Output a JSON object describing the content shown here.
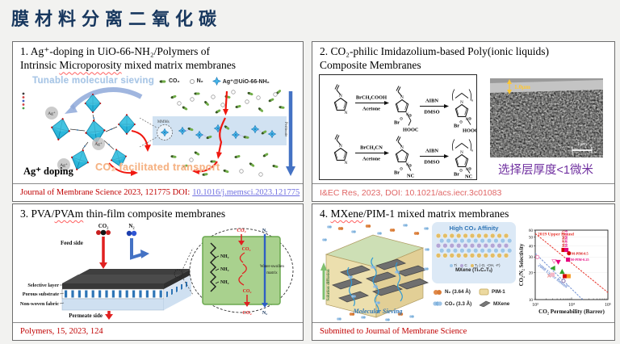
{
  "slide": {
    "title": "膜材料分离二氧化碳",
    "accent_color": "#17375e"
  },
  "p1": {
    "title_l1": "1. Ag⁺-doping in UiO-66-NH₂/Polymers of",
    "title_l2_pre": "Intrinsic ",
    "title_wavy": "Microporosity",
    "title_post": " mixed matrix membranes",
    "banner": "Tunable molecular sieving",
    "legend_co2": "CO₂",
    "legend_n2": "N₂",
    "legend_mof": "Ag⁺@UiO-66-NH₂",
    "mmms": "MMMs",
    "ag_ion": "Ag⁺",
    "doping": "Ag⁺ doping",
    "permeate": "Permeate",
    "facilitated": "CO₂ facilitated transport",
    "cite_pre": "Journal of Membrane Science 2023, 121775 DOI: ",
    "cite_link": "10.1016/j.memsci.2023.121775"
  },
  "p2": {
    "title_l1": "2. CO₂-philic Imidazolium-based Poly(ionic liquids)",
    "title_l2": "Composite Membranes",
    "rxn": {
      "n": "N",
      "plus": "⊕",
      "minus": "⊖",
      "sub_n": "n",
      "r1_reagent": "BrCH₂COOH",
      "r1_solvent": "Acetone",
      "r1_initiator": "AIBN",
      "r1_medium": "DMSO",
      "r1_anion": "Br",
      "r1_group": "HOOC",
      "r2_reagent": "BrCH₂CN",
      "r2_solvent": "Acetone",
      "r2_initiator": "AIBN",
      "r2_medium": "DMSO",
      "r2_anion": "Br",
      "r2_group": "NC"
    },
    "sem_thickness": "1.0μm",
    "sem_scalebar": "1μm",
    "caption": "选择层厚度<1微米",
    "citation": "I&EC Res, 2023, DOI: 10.1021/acs.iecr.3c01083"
  },
  "p3": {
    "title_pre": "3. PVA/",
    "title_wavy": "PVAm",
    "title_post": " thin-film composite membranes",
    "co2": "CO₂",
    "n2": "N₂",
    "feed": "Feed side",
    "selective": "Selective layer",
    "porous": "Porous substrate",
    "fabric": "Non-woven fabric",
    "permeate": "Permeate side",
    "nh2": "NH₂",
    "matrix_l1": "Water-swollen",
    "matrix_l2": "matrix",
    "citation": "Polymers, 15, 2023, 124"
  },
  "p4": {
    "title_pre": "4. ",
    "title_wavy": "MXene",
    "title_post": "/PIM-1 mixed matrix membranes",
    "sieving": "Molecular Sieving",
    "diffusion": "Solution diffusion",
    "affinity": "High CO₂ Affinity",
    "lattice_ti": "Ti",
    "lattice_c": "C",
    "lattice_t": "Tₓ (-O, -OH, -F)",
    "lattice_colors": [
      "#e2bd66",
      "#9ec6e8",
      "#b3a5d6",
      "#9ec6e8",
      "#e2bd66"
    ],
    "mxene_formula": "MXene (Ti₃C₂Tₓ)",
    "legend_n2": "N₂ (3.64 Å)",
    "legend_pim": "PIM-1",
    "legend_co2": "CO₂ (3.3 Å)",
    "legend_mxene": "MXene",
    "citation": "Submitted to Journal of Membrane Science"
  },
  "chart_data": {
    "type": "scatter",
    "title": "",
    "xlabel": "CO₂ Permeability (Barrer)",
    "ylabel": "CO₂/N₂ Selectivity",
    "xscale": "log",
    "yscale": "log",
    "xlim": [
      1000,
      100000
    ],
    "ylim": [
      10,
      60
    ],
    "xticks": [
      "10³",
      "10⁴",
      "10⁵"
    ],
    "yticks": [
      10,
      20,
      30,
      40,
      50,
      60
    ],
    "grid": true,
    "lines": [
      {
        "label": "2019 Upper Bound",
        "color": "#e8352c",
        "x": [
          1000,
          100000
        ],
        "y": [
          55,
          12
        ]
      },
      {
        "label": "2008 Upper Bound",
        "color": "#6f8fd2",
        "x": [
          1000,
          20000
        ],
        "y": [
          33,
          10
        ]
      }
    ],
    "points": [
      {
        "x": 1150,
        "y": 30,
        "marker": "circle",
        "color": "#f07ab0",
        "open": true
      },
      {
        "x": 2400,
        "y": 18.5,
        "marker": "cross",
        "color": "#f0a0a0"
      },
      {
        "x": 3300,
        "y": 27,
        "marker": "tri-down",
        "color": "#f387c0",
        "open": true
      },
      {
        "x": 4300,
        "y": 26.5,
        "marker": "tri-down",
        "color": "#e6007e"
      },
      {
        "x": 3100,
        "y": 22.5,
        "marker": "tri-left",
        "color": "#33a02c"
      },
      {
        "x": 5500,
        "y": 20.5,
        "marker": "tri-up",
        "color": "#33a02c"
      },
      {
        "x": 3000,
        "y": 19,
        "marker": "square",
        "color": "#f4b8c8"
      },
      {
        "x": 6500,
        "y": 18.3,
        "marker": "square",
        "color": "#d40000"
      },
      {
        "x": 8300,
        "y": 18.3,
        "marker": "square",
        "color": "#f59a23"
      },
      {
        "x": 6000,
        "y": 16.2,
        "marker": "circle",
        "color": "#8064a2",
        "open": true
      },
      {
        "x": 6000,
        "y": 36,
        "marker": "square",
        "color": "#d40000",
        "label": "M-PIM-1.5",
        "label_rotate": true
      },
      {
        "x": 7200,
        "y": 36,
        "marker": "square",
        "color": "#e6007e",
        "label": "M-PIM-1.0",
        "label_rotate": true
      },
      {
        "x": 8500,
        "y": 33,
        "marker": "circle",
        "color": "#d40000",
        "label": "M-PIM-0.5"
      },
      {
        "x": 8000,
        "y": 28,
        "marker": "square",
        "color": "#e6007e",
        "label": "M-PIM-0.25"
      }
    ]
  }
}
